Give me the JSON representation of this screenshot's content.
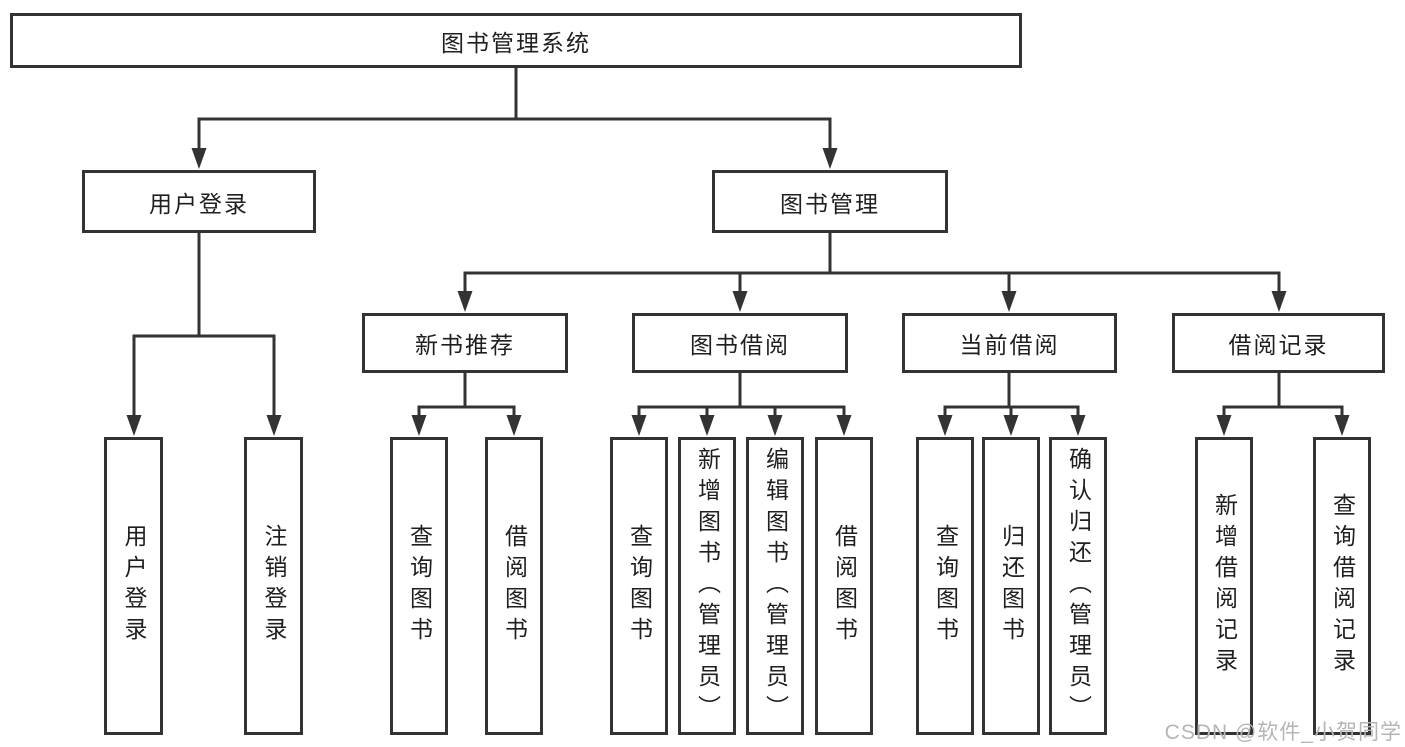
{
  "diagram": {
    "root": {
      "label": "图书管理系统",
      "children": [
        {
          "label": "用户登录",
          "children": [
            {
              "label": "用户登录"
            },
            {
              "label": "注销登录"
            }
          ]
        },
        {
          "label": "图书管理",
          "children": [
            {
              "label": "新书推荐",
              "children": [
                {
                  "label": "查询图书"
                },
                {
                  "label": "借阅图书"
                }
              ]
            },
            {
              "label": "图书借阅",
              "children": [
                {
                  "label": "查询图书"
                },
                {
                  "label": "新增图书（管理员）"
                },
                {
                  "label": "编辑图书（管理员）"
                },
                {
                  "label": "借阅图书"
                }
              ]
            },
            {
              "label": "当前借阅",
              "children": [
                {
                  "label": "查询图书"
                },
                {
                  "label": "归还图书"
                },
                {
                  "label": "确认归还（管理员）"
                }
              ]
            },
            {
              "label": "借阅记录",
              "children": [
                {
                  "label": "新增借阅记录"
                },
                {
                  "label": "查询借阅记录"
                }
              ]
            }
          ]
        }
      ]
    }
  },
  "watermark": {
    "text": "CSDN @软件_小贺同学"
  },
  "colors": {
    "line": "#333333",
    "box_border": "#333333",
    "text": "#1f1f1f",
    "watermark": "#b5b5b5",
    "background": "#ffffff"
  }
}
